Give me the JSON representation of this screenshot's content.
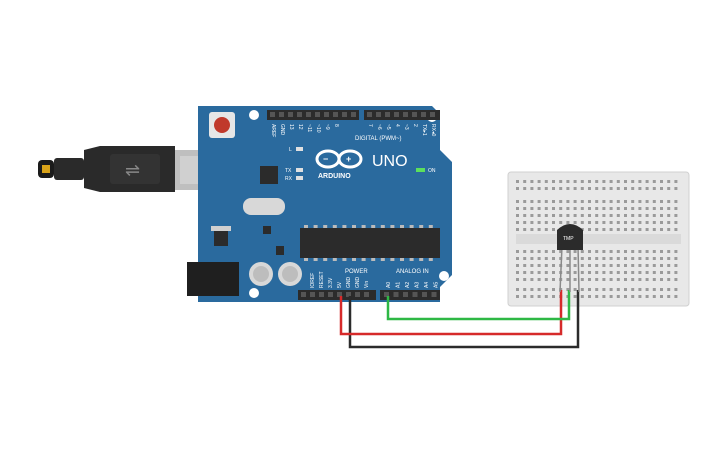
{
  "board": {
    "logo_text": "UNO",
    "brand": "ARDUINO",
    "digital_header": "DIGITAL (PWM~)",
    "power_header": "POWER",
    "analog_header": "ANALOG IN",
    "on_label": "ON",
    "led_l": "L",
    "led_tx": "TX",
    "led_rx": "RX",
    "digital_pins": [
      "AREF",
      "GND",
      "13",
      "12",
      "~11",
      "~10",
      "~9",
      "8",
      "7",
      "~6",
      "~5",
      "4",
      "~3",
      "2",
      "TX▸1",
      "RX◂0"
    ],
    "power_pins": [
      "IOREF",
      "RESET",
      "3.3V",
      "5V",
      "GND",
      "GND",
      "Vin"
    ],
    "analog_pins": [
      "A0",
      "A1",
      "A2",
      "A3",
      "A4",
      "A5"
    ],
    "colors": {
      "board": "#2a6a9e",
      "header": "#2b2b2b",
      "reset_button": "#c0392b"
    }
  },
  "sensor": {
    "label": "TMP"
  },
  "wires": [
    {
      "name": "signal",
      "color": "#2eb845"
    },
    {
      "name": "power-5v",
      "color": "#d62a2a"
    },
    {
      "name": "ground",
      "color": "#2b2b2b"
    }
  ],
  "breadboard": {
    "color": "#e8e8e8"
  }
}
